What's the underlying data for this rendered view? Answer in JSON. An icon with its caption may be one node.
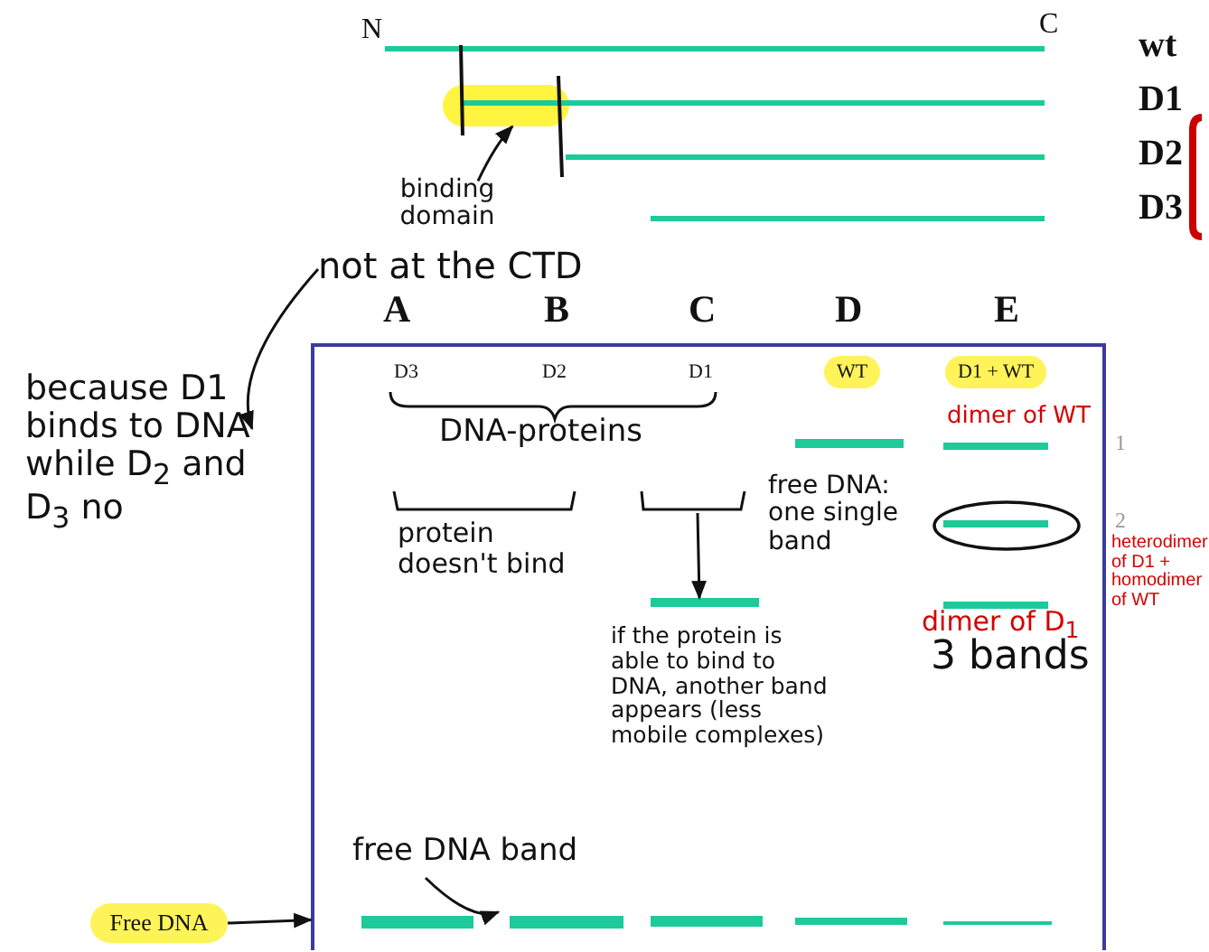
{
  "diagram": {
    "nodes": [
      {
        "text": [],
        "shape": "box"
      },
      {
        "text": [],
        "shape": "bar"
      },
      {
        "text": [
          "binding domain"
        ]
      },
      {
        "text": [
          "not at the CTD"
        ]
      },
      {
        "text": [
          "because D1 binds to DNA while D$_{2}$ and D$_{3}$ no"
        ]
      },
      {
        "text": [
          "Free DNA"
        ]
      },
      {
        "text": [
          "free DNA band"
        ],
        "in": 0
      },
      {
        "text": [],
        "shape": "bar",
        "in": 0
      },
      {
        "text": [],
        "shape": "bar",
        "in": 0
      },
      {
        "text": [],
        "shape": "bar",
        "in": 0
      },
      {
        "text": [],
        "shape": "bar",
        "in": 0
      },
      {
        "text": [],
        "shape": "bar",
        "in": 0
      },
      {
        "text": [],
        "shape": "bar",
        "in": 0
      },
      {
        "text": [],
        "shape": "bar",
        "in": 0
      },
      {
        "text": [],
        "shape": "bar",
        "in": 0
      },
      {
        "text": [],
        "shape": "bar",
        "in": 0
      },
      {
        "text": [],
        "shape": "bar",
        "in": 0
      }
    ],
    "edges": [
      {
        "from": 2,
        "to": 1,
        "arrow": "to"
      },
      {
        "from": 3,
        "to": 4,
        "arrow": "to"
      },
      {
        "from": 5,
        "to": 0,
        "arrow": "to"
      },
      {
        "from": 6,
        "to": 13,
        "arrow": "to"
      },
      {
        "from": null,
        "to": 10,
        "arrow": "to"
      }
    ],
    "labels": [
      "N",
      "C",
      "wt",
      "D1",
      "D2",
      "D3",
      "A",
      "B",
      "C",
      "D",
      "E",
      "D3",
      "D2",
      "D1",
      "WT",
      "D1 + WT",
      "DNA-proteins",
      "protein doesn't bind",
      "free DNA: one single band",
      "if the protein is able to bind to DNA, another band appears (less mobile complexes)",
      "dimer of WT",
      "heterodimer of D1 + homodimer of WT",
      "dimer of D$_{1}$",
      "3 bands",
      "1",
      "2"
    ]
  }
}
